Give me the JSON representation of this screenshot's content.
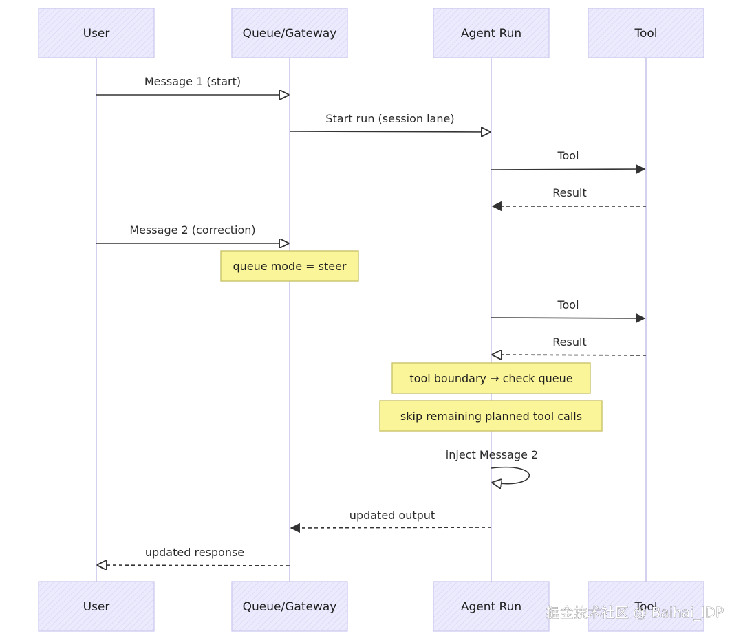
{
  "actors": {
    "user": "User",
    "queue": "Queue/Gateway",
    "agent": "Agent Run",
    "tool": "Tool"
  },
  "messages": {
    "m1": "Message 1 (start)",
    "m2": "Start run (session lane)",
    "m3": "Tool",
    "m4": "Result",
    "m5": "Message 2 (correction)",
    "m6": "Tool",
    "m7": "Result",
    "m8": "inject Message 2",
    "m9": "updated output",
    "m10": "updated response"
  },
  "notes": {
    "n1": "queue mode = steer",
    "n2": "tool boundary → check queue",
    "n3": "skip remaining planned tool calls"
  },
  "watermark": "掘金技术社区 @ Baihai_IDP"
}
